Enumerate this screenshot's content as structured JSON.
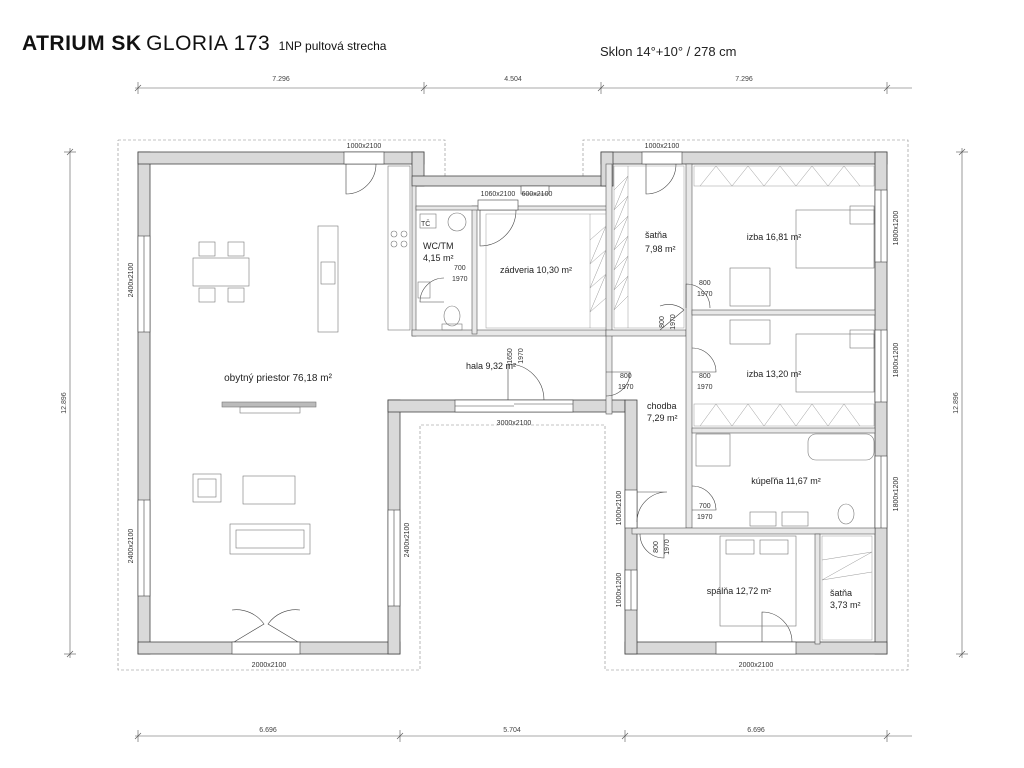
{
  "title": {
    "brand": "ATRIUM SK",
    "model": "GLORIA 173",
    "subtitle": "1NP pultová strecha"
  },
  "slope": "Sklon 14°+10° / 278 cm",
  "dimensions": {
    "top": [
      "7.296",
      "4.504",
      "7.296"
    ],
    "bottom": [
      "6.696",
      "5.704",
      "6.696"
    ],
    "left": "12.896",
    "right": "12.896"
  },
  "rooms": {
    "living": {
      "name": "obytný priestor 76,18 m²"
    },
    "wc": {
      "name": "WC/TM",
      "area": "4,15 m²",
      "tc": "TČ"
    },
    "entry": {
      "name": "zádveria 10,30 m²"
    },
    "hall": {
      "name": "hala 9,32 m²"
    },
    "wardrobe1": {
      "name": "šatňa",
      "area": "7,98 m²"
    },
    "room1": {
      "name": "izba 16,81 m²"
    },
    "room2": {
      "name": "izba 13,20 m²"
    },
    "corridor": {
      "name": "chodba",
      "area": "7,29 m²"
    },
    "bathroom": {
      "name": "kúpeľňa 11,67 m²"
    },
    "bedroom": {
      "name": "spálňa 12,72 m²"
    },
    "wardrobe2": {
      "name": "šatňa",
      "area": "3,73 m²"
    }
  },
  "openings": {
    "door_living_top": "1000x2100",
    "door_wardrobe_top": "1000x2100",
    "door_entry_top": "1060x2100",
    "window_entry_top": "600x2100",
    "window_living_left_top": "2400x2100",
    "window_living_left_bottom": "2400x2100",
    "window_living_right": "2400x2100",
    "door_living_bottom": "2000x2100",
    "door_atrium": "3000x2100",
    "window_room1": "1800x1200",
    "window_room2": "1800x1200",
    "window_bath": "1800x1200",
    "door_atrium_right": "1000x2100",
    "window_bedroom_left": "1000x1200",
    "door_bedroom_bottom": "2000x2100",
    "door_wc_w": "700",
    "door_wc_h": "1970",
    "door_hall_w": "1650",
    "door_hall_h": "1970",
    "door_ward_w": "800",
    "door_ward_h": "1970",
    "door_room1_w": "800",
    "door_room1_h": "1970",
    "door_corr_w": "800",
    "door_corr_h": "1970",
    "door_room2_w": "800",
    "door_room2_h": "1970",
    "door_bath_w": "700",
    "door_bath_h": "1970",
    "door_bed_w": "800",
    "door_bed_h": "1970"
  }
}
